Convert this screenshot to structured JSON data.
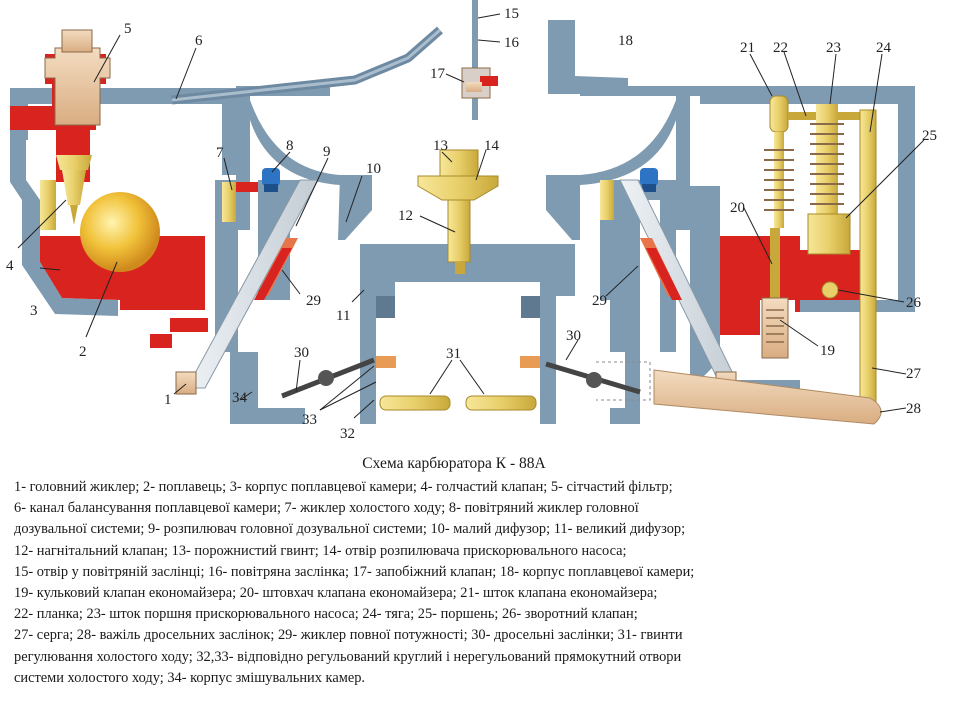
{
  "colors": {
    "body": "#7f9bb2",
    "body_dark": "#5f7a90",
    "fuel": "#d8231f",
    "brass": "#e8cf6a",
    "brass_dark": "#c8a83a",
    "tube": "#d7dde3",
    "tan": "#e7c6a2",
    "blue": "#2d74c4",
    "orange": "#e89b55"
  },
  "callouts": [
    {
      "id": "1",
      "text": "1"
    },
    {
      "id": "2",
      "text": "2"
    },
    {
      "id": "3",
      "text": "3"
    },
    {
      "id": "4",
      "text": "4"
    },
    {
      "id": "5",
      "text": "5"
    },
    {
      "id": "6",
      "text": "6"
    },
    {
      "id": "7",
      "text": "7"
    },
    {
      "id": "8",
      "text": "8"
    },
    {
      "id": "9",
      "text": "9"
    },
    {
      "id": "10",
      "text": "10"
    },
    {
      "id": "11",
      "text": "11"
    },
    {
      "id": "12",
      "text": "12"
    },
    {
      "id": "13",
      "text": "13"
    },
    {
      "id": "14",
      "text": "14"
    },
    {
      "id": "15",
      "text": "15"
    },
    {
      "id": "16",
      "text": "16"
    },
    {
      "id": "17",
      "text": "17"
    },
    {
      "id": "18",
      "text": "18"
    },
    {
      "id": "19",
      "text": "19"
    },
    {
      "id": "20",
      "text": "20"
    },
    {
      "id": "21",
      "text": "21"
    },
    {
      "id": "22",
      "text": "22"
    },
    {
      "id": "23",
      "text": "23"
    },
    {
      "id": "24",
      "text": "24"
    },
    {
      "id": "25",
      "text": "25"
    },
    {
      "id": "26",
      "text": "26"
    },
    {
      "id": "27",
      "text": "27"
    },
    {
      "id": "28",
      "text": "28"
    },
    {
      "id": "29a",
      "text": "29"
    },
    {
      "id": "29b",
      "text": "29"
    },
    {
      "id": "30a",
      "text": "30"
    },
    {
      "id": "30b",
      "text": "30"
    },
    {
      "id": "31",
      "text": "31"
    },
    {
      "id": "32",
      "text": "32"
    },
    {
      "id": "33",
      "text": "33"
    },
    {
      "id": "34",
      "text": "34"
    }
  ],
  "caption": {
    "title": "Схема карбюратора  К - 88А",
    "lines": [
      "1- головний жиклер; 2- поплавець; 3- корпус поплавцевої камери; 4- голчастий клапан; 5- сітчастий фільтр;",
      "6- канал балансування поплавцевої камери; 7- жиклер холостого ходу; 8- повітряний жиклер головної",
      "дозувальної системи; 9- розпилювач головної дозувальної системи; 10- малий дифузор; 11- великий дифузор;",
      "12- нагнітальний клапан; 13- порожнистий гвинт; 14- отвір розпилювача прискорювального насоса;",
      "15- отвір у повітряній заслінці; 16- повітряна заслінка; 17- запобіжний клапан; 18- корпус поплавцевої камери;",
      "19- кульковий клапан економайзера; 20- штовхач клапана економайзера; 21- шток клапана економайзера;",
      "22- планка; 23- шток поршня прискорювального насоса; 24- тяга; 25- поршень; 26- зворотний клапан;",
      "27- серга; 28- важіль дросельних заслінок; 29- жиклер повної потужності; 30- дросельні заслінки; 31- гвинти",
      "регулювання холостого ходу; 32,33- відповідно регульований круглий і нерегульований прямокутний отвори",
      "системи холостого ходу; 34- корпус змішувальних камер."
    ]
  }
}
